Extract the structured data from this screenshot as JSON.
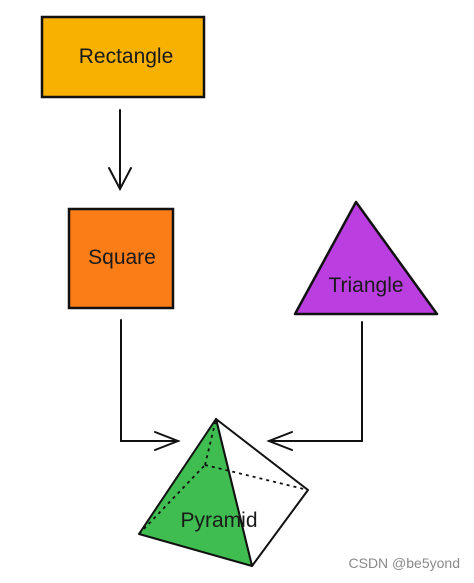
{
  "nodes": {
    "rectangle": {
      "label": "Rectangle",
      "fill": "#f9b100"
    },
    "square": {
      "label": "Square",
      "fill": "#fb7d17"
    },
    "triangle": {
      "label": "Triangle",
      "fill": "#bb3ee0"
    },
    "pyramid": {
      "label": "Pyramid",
      "fill": "#3fbd51",
      "back_fill": "#ffffff"
    }
  },
  "edges": [
    {
      "from": "Rectangle",
      "to": "Square"
    },
    {
      "from": "Square",
      "to": "Pyramid"
    },
    {
      "from": "Triangle",
      "to": "Pyramid"
    }
  ],
  "colors": {
    "stroke": "#111111",
    "watermark": "#8a8a8a"
  },
  "watermark": "CSDN @be5yond"
}
